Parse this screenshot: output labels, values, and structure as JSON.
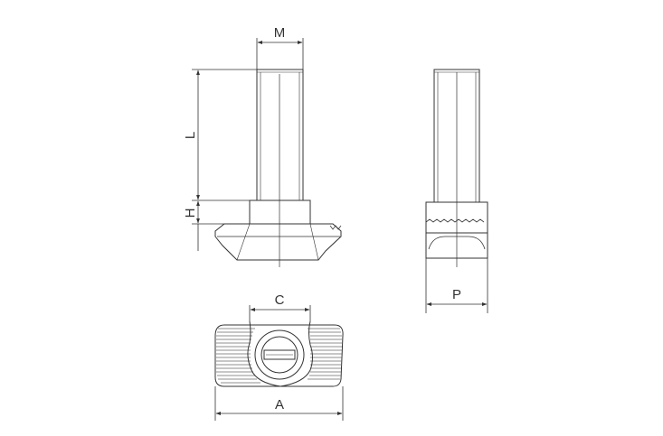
{
  "dimensions": {
    "M": "M",
    "L": "L",
    "H": "H",
    "P": "P",
    "C": "C",
    "A": "A"
  },
  "colors": {
    "line": "#333333",
    "hatch": "#6a6a6a",
    "background": "#ffffff"
  }
}
